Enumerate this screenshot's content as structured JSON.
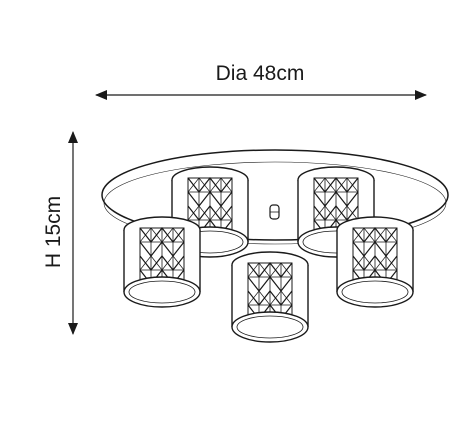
{
  "dimensions": {
    "diameter_label": "Dia 48cm",
    "height_label": "H 15cm"
  },
  "colors": {
    "line": "#1a1a1a",
    "background": "#ffffff"
  },
  "fixture": {
    "shade_count": 5
  }
}
